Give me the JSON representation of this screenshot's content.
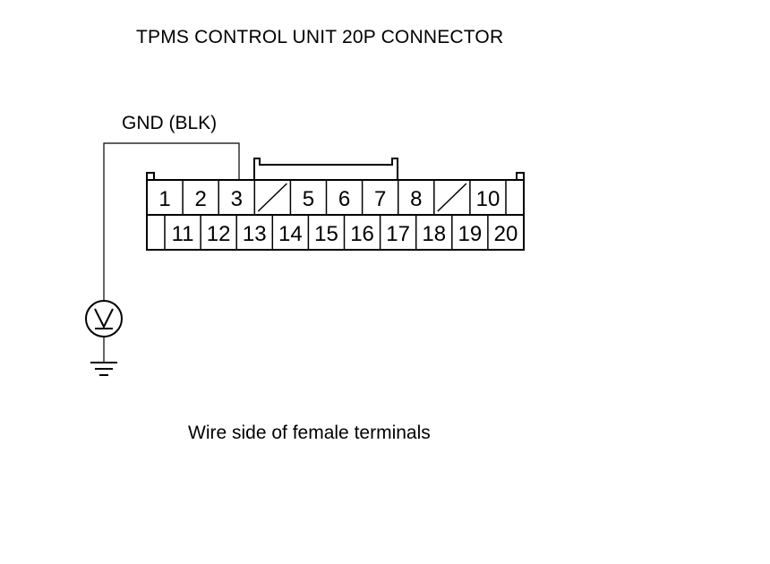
{
  "title": "TPMS CONTROL UNIT 20P CONNECTOR",
  "wire_label": "GND (BLK)",
  "caption": "Wire side of female terminals",
  "connector": {
    "top_row": [
      "1",
      "2",
      "3",
      "",
      "5",
      "6",
      "7",
      "8",
      "",
      "10",
      ""
    ],
    "bottom_row": [
      "",
      "11",
      "12",
      "13",
      "14",
      "15",
      "16",
      "17",
      "18",
      "19",
      "20"
    ],
    "blanked_top_cells": [
      3,
      8
    ],
    "probed_terminal": "3"
  },
  "meter_icon": "voltmeter-icon",
  "ground_icon": "ground-icon"
}
